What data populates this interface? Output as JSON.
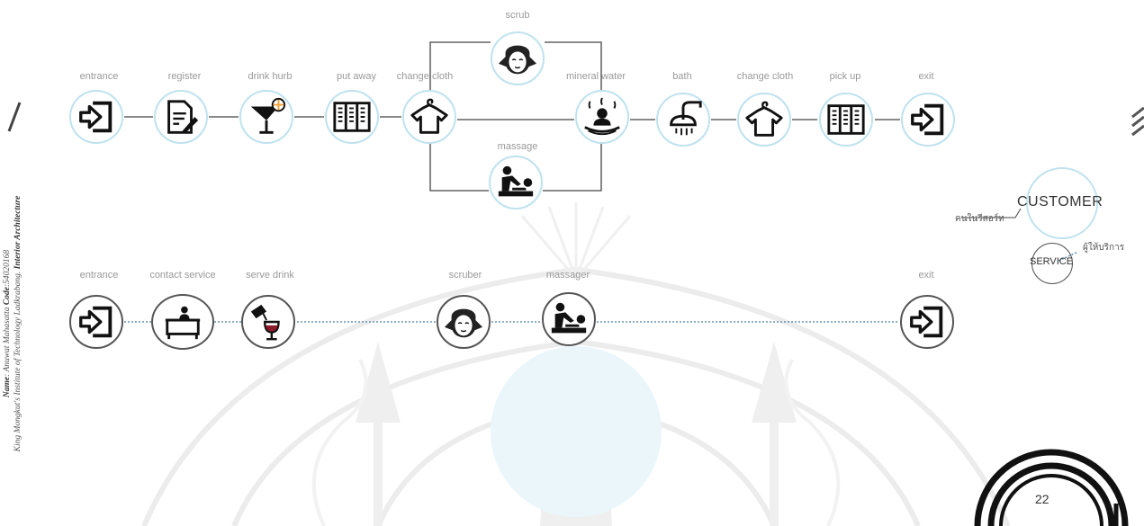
{
  "sidebar": {
    "name_label": "Name",
    "name_value": "Anuwat Mahasatta",
    "code_label": "Code",
    "code_value": "54020168",
    "institute": "King Mongkut's Institute of Technology Ladkrabang.",
    "department": "Interior Architecture"
  },
  "customer_flow": {
    "labels": {
      "entrance": "entrance",
      "register": "register",
      "drink": "drink hurb",
      "putaway": "put away",
      "change1": "change cloth",
      "scrub": "scrub",
      "massage": "massage",
      "mineral": "mineral water",
      "bath": "bath",
      "change2": "change cloth",
      "pickup": "pick up",
      "exit": "exit"
    },
    "icons": {
      "entrance": "enter-icon",
      "register": "document-pen-icon",
      "drink": "cocktail-glass-icon",
      "putaway": "locker-icon",
      "change1": "shirt-hanger-icon",
      "scrub": "facial-scrub-icon",
      "massage": "massage-icon",
      "mineral": "mineral-bath-icon",
      "bath": "shower-icon",
      "change2": "shirt-hanger-icon",
      "pickup": "locker-icon",
      "exit": "enter-icon"
    }
  },
  "service_flow": {
    "labels": {
      "entrance": "entrance",
      "contact": "contact service",
      "serve": "serve drink",
      "scruber": "scruber",
      "massager": "massager",
      "exit": "exit"
    },
    "icons": {
      "entrance": "enter-icon",
      "contact": "reception-desk-icon",
      "serve": "wine-pour-icon",
      "scruber": "facial-scrub-icon",
      "massager": "massage-icon",
      "exit": "enter-icon"
    }
  },
  "legend": {
    "customer": "CUSTOMER",
    "customer_thai": "คนในรีสอร์ท",
    "service": "SERVICE",
    "service_thai": "ผู้ให้บริการ"
  },
  "page_number": "22",
  "colors": {
    "customer_ring": "#bfe2ef",
    "service_ring": "#555555",
    "service_line": "#4a7fa8",
    "label_gray": "#999999"
  }
}
